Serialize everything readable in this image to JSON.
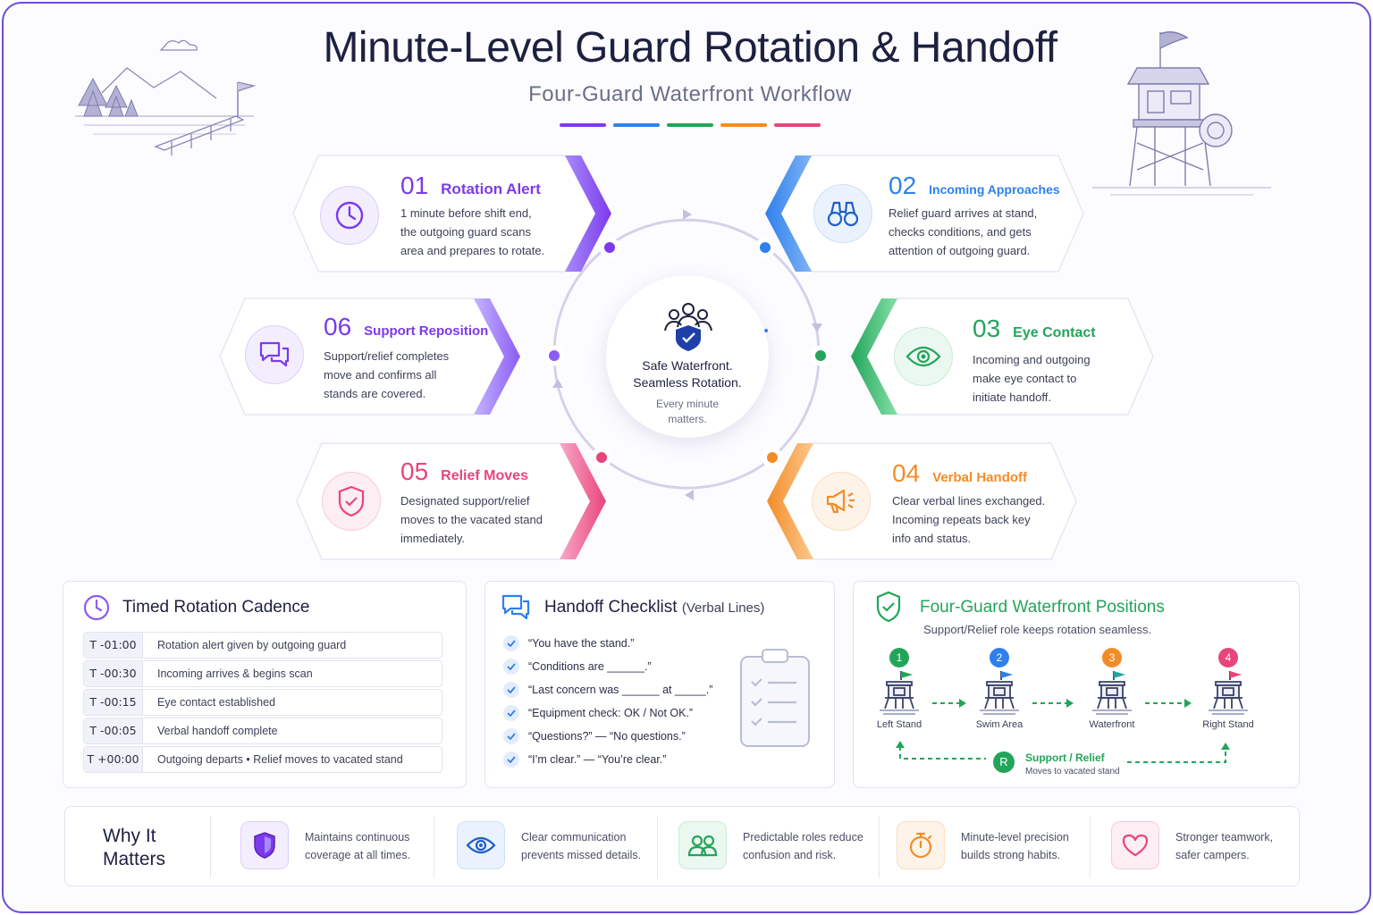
{
  "header": {
    "title": "Minute-Level Guard Rotation & Handoff",
    "subtitle": "Four-Guard Waterfront Workflow",
    "rainbow_colors": [
      "#7c3aed",
      "#2f80ed",
      "#22a55a",
      "#f28c28",
      "#e8457a"
    ]
  },
  "steps": [
    {
      "num": "01",
      "title": "Rotation Alert",
      "desc": [
        "1 minute before shift end,",
        "the outgoing guard scans",
        "area and prepares to rotate."
      ],
      "color": "#7c3aed",
      "icon": "clock-icon"
    },
    {
      "num": "02",
      "title": "Incoming Approaches",
      "desc": [
        "Relief guard arrives at stand,",
        "checks conditions, and gets",
        "attention of outgoing guard."
      ],
      "color": "#2f80ed",
      "icon": "binoculars-icon"
    },
    {
      "num": "03",
      "title": "Eye Contact",
      "desc": [
        "Incoming and outgoing",
        "make eye contact to",
        "initiate handoff."
      ],
      "color": "#22a55a",
      "icon": "eye-icon"
    },
    {
      "num": "04",
      "title": "Verbal Handoff",
      "desc": [
        "Clear verbal lines exchanged.",
        "Incoming repeats back key",
        "info and status."
      ],
      "color": "#f28c28",
      "icon": "megaphone-icon"
    },
    {
      "num": "05",
      "title": "Relief Moves",
      "desc": [
        "Designated support/relief",
        "moves to the vacated stand",
        "immediately."
      ],
      "color": "#e8457a",
      "icon": "shield-check-icon"
    },
    {
      "num": "06",
      "title": "Support Reposition",
      "desc": [
        "Support/relief completes",
        "move and confirms all",
        "stands are covered."
      ],
      "color": "#8b5cf6",
      "icon": "chat-icon"
    }
  ],
  "hub": {
    "line1": "Safe Waterfront.",
    "line2": "Seamless Rotation.",
    "line3": "Every minute",
    "line4": "matters.",
    "icon": "team-shield-icon"
  },
  "cadence": {
    "title": "Timed Rotation Cadence",
    "rows": [
      {
        "time": "T -01:00",
        "text": "Rotation alert given by outgoing guard"
      },
      {
        "time": "T -00:30",
        "text": "Incoming arrives & begins scan"
      },
      {
        "time": "T -00:15",
        "text": "Eye contact established"
      },
      {
        "time": "T -00:05",
        "text": "Verbal handoff complete"
      },
      {
        "time": "T +00:00",
        "text": "Outgoing departs  •  Relief moves to vacated stand"
      }
    ]
  },
  "checklist": {
    "title": "Handoff Checklist",
    "title_suffix": "(Verbal Lines)",
    "items": [
      "“You have the stand.”",
      "“Conditions are ______.”",
      "“Last concern was ______ at _____.”",
      "“Equipment check: OK / Not OK.”",
      "“Questions?”  —  “No questions.”",
      "“I’m clear.”  —  “You’re clear.”"
    ]
  },
  "positions": {
    "title": "Four-Guard Waterfront Positions",
    "subtitle": "Support/Relief role keeps rotation seamless.",
    "stands": [
      {
        "num": "1",
        "label": "Left Stand",
        "color": "#22a55a"
      },
      {
        "num": "2",
        "label": "Swim Area",
        "color": "#2f80ed"
      },
      {
        "num": "3",
        "label": "Waterfront",
        "color": "#f28c28"
      },
      {
        "num": "4",
        "label": "Right Stand",
        "color": "#e8457a"
      }
    ],
    "relief_badge": "R",
    "relief_title": "Support / Relief",
    "relief_sub": "Moves to vacated stand"
  },
  "why": {
    "title_line1": "Why It",
    "title_line2": "Matters",
    "items": [
      {
        "text1": "Maintains continuous",
        "text2": "coverage at all times.",
        "icon": "shield-icon",
        "color": "#7c3aed"
      },
      {
        "text1": "Clear communication",
        "text2": "prevents missed details.",
        "icon": "eye-icon",
        "color": "#2f80ed"
      },
      {
        "text1": "Predictable roles reduce",
        "text2": "confusion and risk.",
        "icon": "people-icon",
        "color": "#22a55a"
      },
      {
        "text1": "Minute-level precision",
        "text2": "builds strong habits.",
        "icon": "stopwatch-icon",
        "color": "#f28c28"
      },
      {
        "text1": "Stronger teamwork,",
        "text2": "safer campers.",
        "icon": "heart-icon",
        "color": "#e8457a"
      }
    ]
  }
}
